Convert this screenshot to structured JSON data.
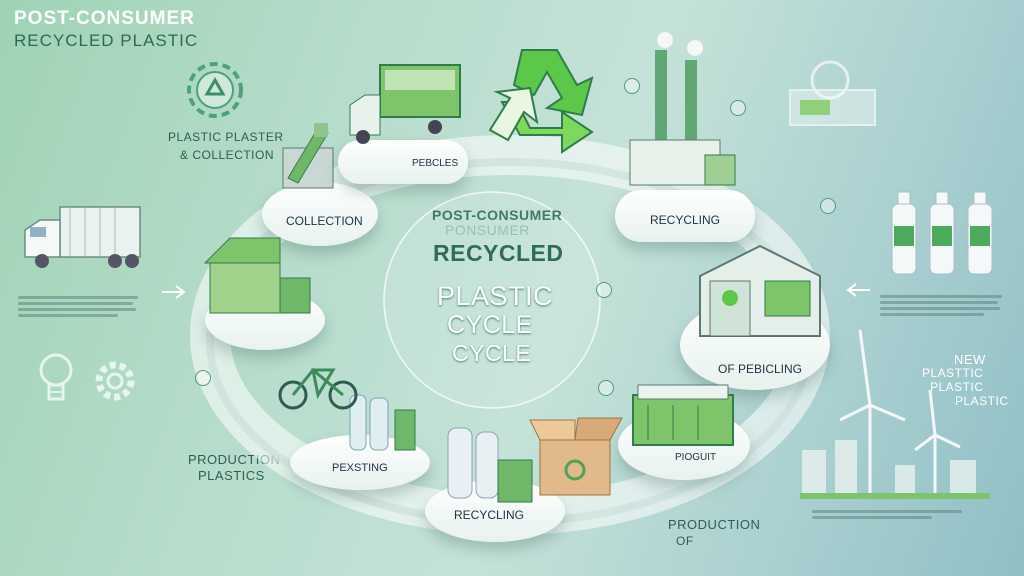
{
  "header": {
    "line1": "POST-CONSUMER",
    "line2": "RECYCLED PLASTIC"
  },
  "left_labels": {
    "plaster_line1": "PLASTIC PLASTER",
    "plaster_line2": "& COLLECTION",
    "production_line1": "PRODUCTION",
    "production_line2": "PLASTICS"
  },
  "center": {
    "line1": "POST-CONSUMER",
    "line1_ghost": "PONSUMER",
    "line2": "RECYCLED",
    "line3": "PLASTIC",
    "line4": "CYCLE",
    "line5": "CYCLE"
  },
  "stations": {
    "collection": "COLLECTION",
    "pebcles": "PEBCLES",
    "recycling_top": "RECYCLING",
    "of_pebicling": "OF PEBICLING",
    "product": "PIOGUIT",
    "recycling_bottom": "RECYCLING",
    "pexsting": "PEXSTING"
  },
  "right_labels": {
    "line1": "NEW",
    "line2": "PLASTTIC",
    "line3": "PLASTIC",
    "line4": "PLASTIC"
  },
  "bottom": {
    "line1": "PRODUCTION",
    "line2": "OF"
  },
  "colors": {
    "accent": "#5cc84a",
    "dark_green": "#2f7d4a",
    "teal_text": "#2f5d55"
  }
}
